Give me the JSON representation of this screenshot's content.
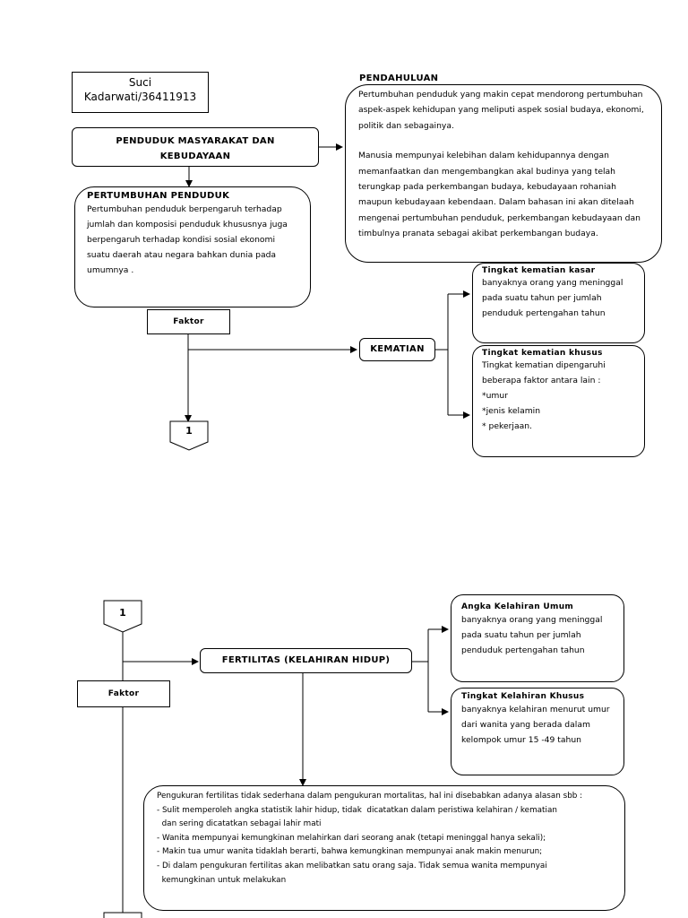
{
  "author": {
    "name": "Suci",
    "id": "Kadarwati/36411913"
  },
  "main_title": "PENDUDUK MASYARAKAT DAN KEBUDAYAAN",
  "pendahuluan": {
    "title": "PENDAHULUAN",
    "p1": "Pertumbuhan penduduk yang makin cepat mendorong pertumbuhan aspek-aspek kehidupan yang meliputi aspek sosial budaya, ekonomi, politik dan sebagainya.",
    "p2": "Manusia mempunyai kelebihan dalam kehidupannya dengan memanfaatkan dan mengembangkan akal budinya yang telah terungkap pada perkembangan budaya, kebudayaan rohaniah maupun kebudayaan kebendaan. Dalam bahasan ini akan ditelaah mengenai pertumbuhan penduduk, perkembangan kebudayaan dan timbulnya pranata sebagai akibat perkembangan budaya."
  },
  "pertumbuhan": {
    "title": "PERTUMBUHAN PENDUDUK",
    "text": "Pertumbuhan penduduk berpengaruh terhadap jumlah dan komposisi penduduk khususnya juga berpengaruh terhadap kondisi sosial ekonomi suatu daerah atau negara bahkan dunia pada umumnya ."
  },
  "faktor_label": "Faktor",
  "kematian": "KEMATIAN",
  "kasar": {
    "title": "Tingkat kematian kasar",
    "text": "banyaknya orang yang meninggal pada suatu tahun per jumlah penduduk pertengahan tahun"
  },
  "khusus": {
    "title": "Tingkat kematian khusus",
    "lines": [
      "Tingkat kematian dipengaruhi",
      "beberapa faktor antara lain :",
      "*umur",
      "*jenis kelamin",
      "* pekerjaan."
    ]
  },
  "connector_label": "1",
  "fertilitas": "FERTILITAS (KELAHIRAN HIDUP)",
  "angka": {
    "title": "Angka Kelahiran Umum",
    "text": "banyaknya orang yang meninggal pada suatu tahun per jumlah penduduk pertengahan tahun"
  },
  "kelahiran_khusus": {
    "title": "Tingkat Kelahiran Khusus",
    "text": "banyaknya kelahiran menurut umur dari wanita yang berada dalam kelompok umur 15 -49 tahun"
  },
  "pengukuran": {
    "intro": "Pengukuran fertilitas tidak sederhana dalam pengukuran mortalitas, hal ini disebabkan adanya alasan sbb :",
    "items": [
      "- Sulit memperoleh angka statistik lahir hidup, tidak  dicatatkan dalam peristiwa kelahiran / kematian",
      "  dan sering dicatatkan sebagai lahir mati",
      "- Wanita mempunyai kemungkinan melahirkan dari seorang anak (tetapi meninggal hanya sekali);",
      "- Makin tua umur wanita tidaklah berarti, bahwa kemungkinan mempunyai anak makin menurun;",
      "- Di dalam pengukuran fertilitas akan melibatkan satu orang saja. Tidak semua wanita mempunyai",
      "  kemungkinan untuk melakukan"
    ]
  }
}
